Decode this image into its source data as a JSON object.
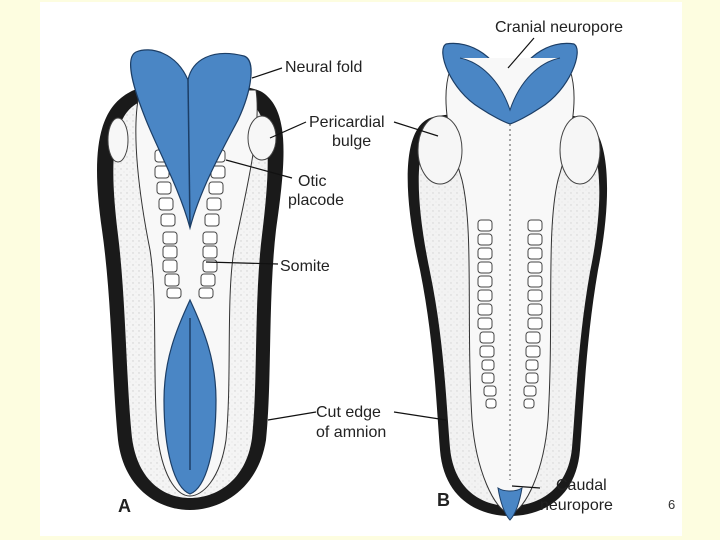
{
  "colors": {
    "slide_bg": "#fdfde0",
    "neural_tissue": "#4a86c5",
    "outline": "#111111",
    "embryo_body": "#f3f3f3"
  },
  "labels": {
    "neural_fold": "Neural fold",
    "pericardial_bulge_line1": "Pericardial",
    "pericardial_bulge_line2": "bulge",
    "otic_placode_line1": "Otic",
    "otic_placode_line2": "placode",
    "somite": "Somite",
    "cut_edge_line1": "Cut edge",
    "cut_edge_line2": "of amnion",
    "cranial_neuropore": "Cranial neuropore",
    "caudal_neuropore_line1": "Caudal",
    "caudal_neuropore_line2": "neuropore"
  },
  "panels": {
    "a": "A",
    "b": "B"
  },
  "page_number": "6"
}
